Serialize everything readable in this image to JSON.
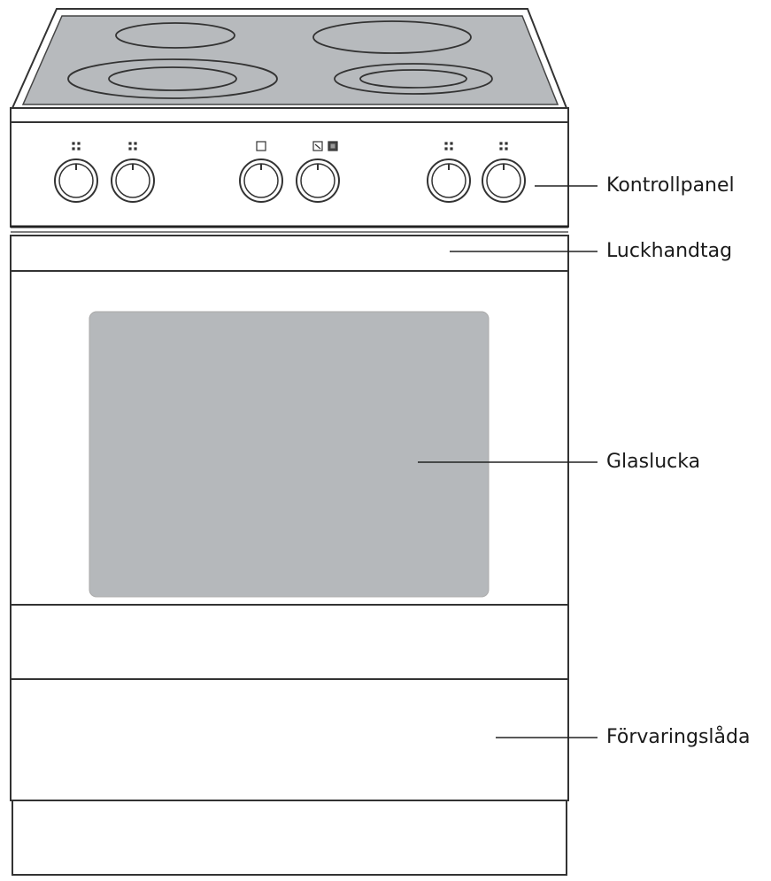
{
  "labels": {
    "control_panel": "Kontrollpanel",
    "door_handle": "Luckhandtag",
    "glass_door": "Glaslucka",
    "storage_drawer": "Förvaringslåda"
  },
  "colors": {
    "outline": "#333333",
    "cooktop_glass": "#b7babd",
    "oven_window": "#b5b8bb",
    "background": "#ffffff"
  },
  "cooktop": {
    "zone_count": 4
  },
  "control_panel": {
    "knob_count": 6,
    "symbols": [
      "dual-zone-icon",
      "dual-zone-icon",
      "oven-light-icon",
      "grill-icon",
      "dual-zone-icon",
      "dual-zone-icon"
    ]
  }
}
